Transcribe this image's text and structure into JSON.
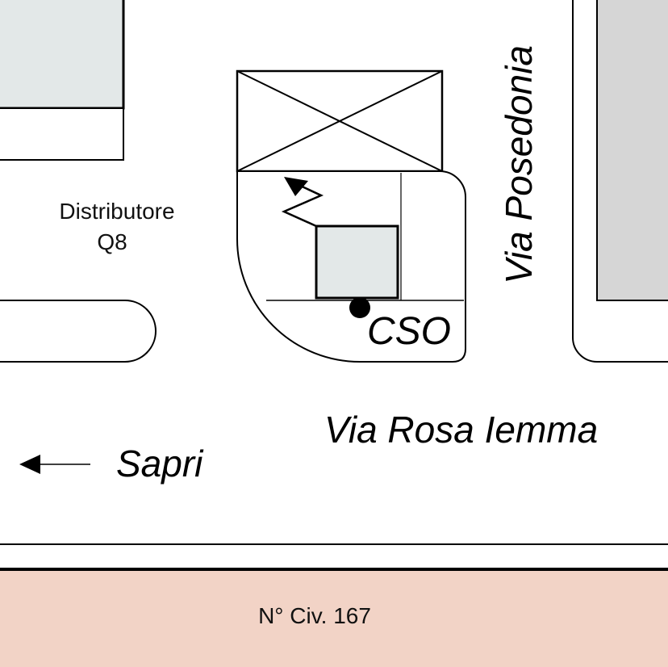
{
  "map": {
    "labels": {
      "fuel_station_line1": "Distributore",
      "fuel_station_line2": "Q8",
      "cso": "CSO",
      "via_posedonia": "Via Posedonia",
      "via_rosa_iemma": "Via Rosa Iemma",
      "sapri": "Sapri",
      "civic_number": "N° Civ. 167"
    },
    "colors": {
      "background": "#ffffff",
      "building_fill": "#e3e8e8",
      "right_building_fill": "#d6d6d6",
      "civic_band": "#f2d3c6",
      "line": "#000000"
    },
    "icons": {
      "direction_arrow": "left-arrow-icon",
      "lightning": "lightning-arrow-icon",
      "point_marker": "dot-marker-icon"
    }
  }
}
